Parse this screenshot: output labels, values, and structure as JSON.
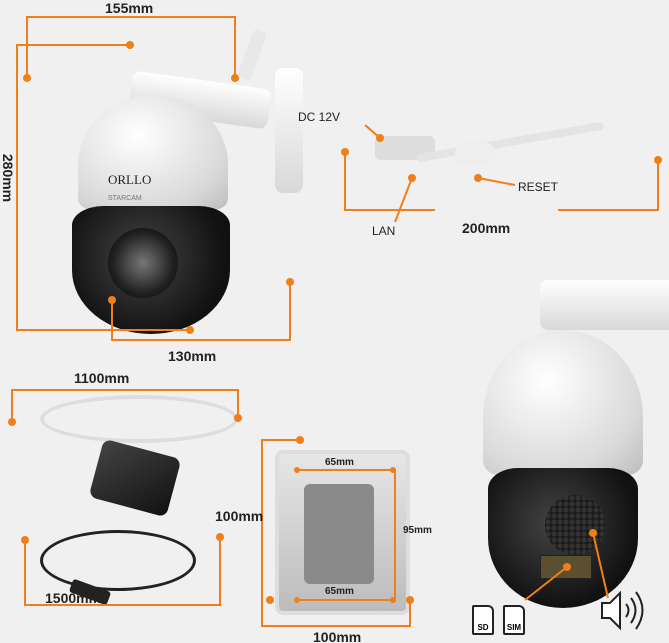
{
  "brand": {
    "logo_main": "ORLLO",
    "logo_sub": "STARCAM"
  },
  "dimensions": {
    "width_top": "155mm",
    "height": "280mm",
    "dome_width": "130mm",
    "cable_length": "200mm",
    "lan_cable": "1100mm",
    "power_cable": "1500mm",
    "box_height": "100mm",
    "box_width": "100mm",
    "box_inner_top": "65mm",
    "box_inner_bottom": "65mm",
    "box_inner_height": "95mm"
  },
  "connectors": {
    "dc": "DC 12V",
    "lan": "LAN",
    "reset": "RESET"
  },
  "slots": {
    "sd": "SD",
    "sim": "SIM"
  },
  "colors": {
    "accent": "#f07f1a",
    "background": "#f0f0f0"
  }
}
